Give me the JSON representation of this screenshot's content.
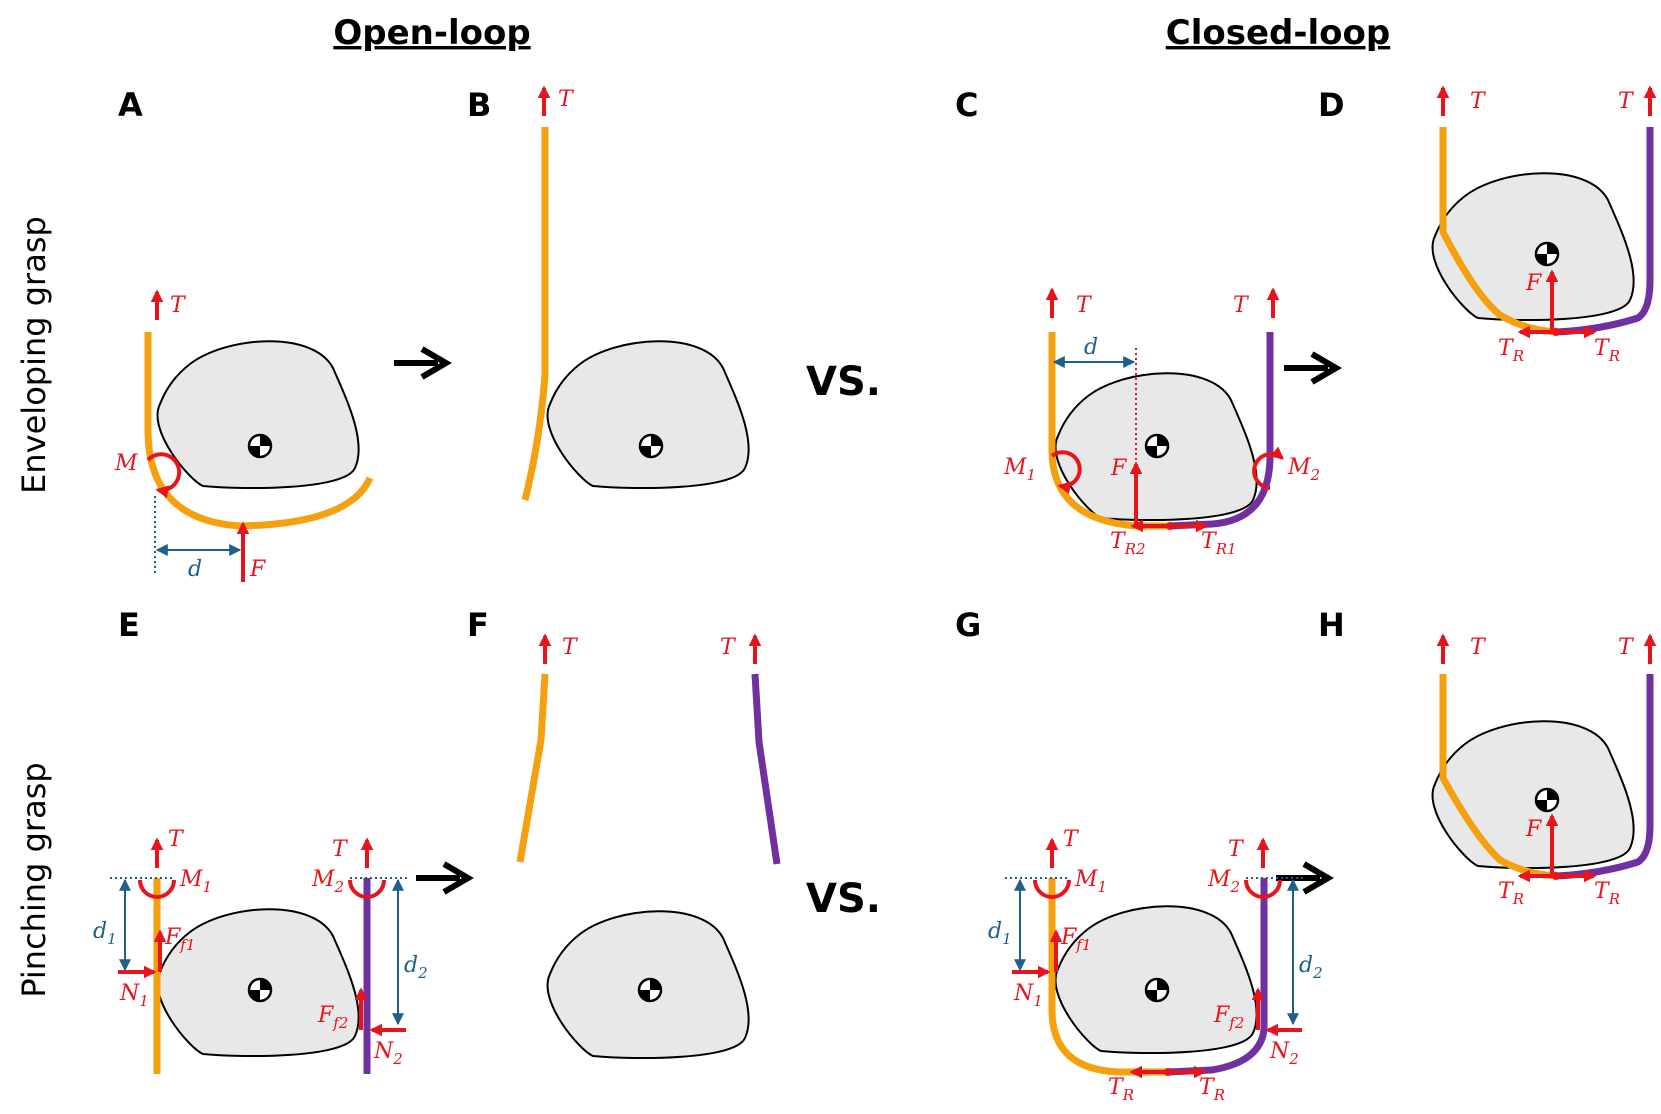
{
  "headers": {
    "open_loop": "Open-loop",
    "closed_loop": "Closed-loop"
  },
  "rows": {
    "enveloping": "Enveloping grasp",
    "pinching": "Pinching grasp"
  },
  "panels": [
    "A",
    "B",
    "C",
    "D",
    "E",
    "F",
    "G",
    "H"
  ],
  "vs_label": "VS.",
  "labels": {
    "T": "T",
    "F": "F",
    "M": "M",
    "d": "d",
    "M1": "M",
    "M2": "M",
    "s1": "1",
    "s2": "2",
    "TR": "T",
    "R": "R",
    "R1": "R1",
    "R2": "R2",
    "N": "N",
    "Ff": "F",
    "f1": "f1",
    "f2": "f2",
    "dd": "d"
  },
  "colors": {
    "tendon_left": "#f5a00f",
    "tendon_right": "#7030a0",
    "force": "#e8141b",
    "dimension": "#1f5f8a",
    "object_fill": "#e8e8e8"
  }
}
